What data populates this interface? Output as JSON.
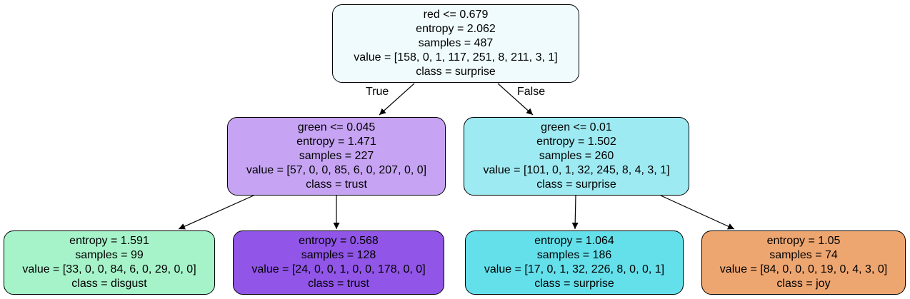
{
  "edge_labels": {
    "true_label": "True",
    "false_label": "False"
  },
  "nodes": {
    "root": {
      "split": "red <= 0.679",
      "entropy": "entropy = 2.062",
      "samples": "samples = 487",
      "value": "value = [158, 0, 1, 117, 251, 8, 211, 3, 1]",
      "class": "class = surprise",
      "fill": "#effbfd"
    },
    "left": {
      "split": "green <= 0.045",
      "entropy": "entropy = 1.471",
      "samples": "samples = 227",
      "value": "value = [57, 0, 0, 85, 6, 0, 207, 0, 0]",
      "class": "class = trust",
      "fill": "#c6a4f3"
    },
    "right": {
      "split": "green <= 0.01",
      "entropy": "entropy = 1.502",
      "samples": "samples = 260",
      "value": "value = [101, 0, 1, 32, 245, 8, 4, 3, 1]",
      "class": "class = surprise",
      "fill": "#9eeaf2"
    },
    "leaf1": {
      "entropy": "entropy = 1.591",
      "samples": "samples = 99",
      "value": "value = [33, 0, 0, 84, 6, 0, 29, 0, 0]",
      "class": "class = disgust",
      "fill": "#a6f3ca"
    },
    "leaf2": {
      "entropy": "entropy = 0.568",
      "samples": "samples = 128",
      "value": "value = [24, 0, 0, 1, 0, 0, 178, 0, 0]",
      "class": "class = trust",
      "fill": "#9155e8"
    },
    "leaf3": {
      "entropy": "entropy = 1.064",
      "samples": "samples = 186",
      "value": "value = [17, 0, 1, 32, 226, 8, 0, 0, 1]",
      "class": "class = surprise",
      "fill": "#64e0eb"
    },
    "leaf4": {
      "entropy": "entropy = 1.05",
      "samples": "samples = 74",
      "value": "value = [84, 0, 0, 0, 19, 0, 4, 3, 0]",
      "class": "class = joy",
      "fill": "#eea671"
    }
  }
}
